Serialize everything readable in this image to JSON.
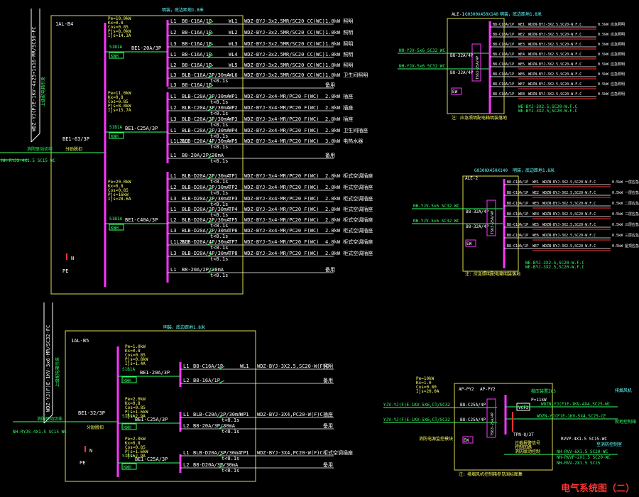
{
  "drawing": {
    "title": "电气系统图（二）"
  },
  "panels": {
    "b4": {
      "name": "1AL-B4",
      "note": "明装，底边距地1.8米",
      "incoming_cable": "WDZ-YJ(F)E-1KV-4x25+1x16-MR/SC50-FC",
      "incoming_note": "上级配电箱引来",
      "feed_cable": "NH-RYJS-4X1.5 SC15 WC",
      "feed_note": "消防联动切非",
      "main_breaker": "BE1-63/3P",
      "main_note": "分励脱扣",
      "kwh": "KWH",
      "legend_n": "N",
      "legend_pe": "PE",
      "groups": [
        {
          "breaker": "BE1-20A/3P",
          "spd": "S1B1A",
          "params": [
            "Pe=10.0kW",
            "Kx=0.8",
            "Cos=0.85",
            "Pjs=8.0kW",
            "Ijs=14.3A"
          ]
        },
        {
          "breaker": "BE1-C25A/3P",
          "spd": "S1B1A",
          "params": [
            "Pe=11.0kW",
            "Kx=0.8",
            "Cos=0.85",
            "Pjs=8.8kW",
            "Ijs=15.7A"
          ]
        },
        {
          "breaker": "BE1-C40A/3P",
          "spd": "S1B1A",
          "params": [
            "Pe=20.0kW",
            "Kx=0.8",
            "Cos=0.85",
            "Pjs=16kW",
            "Ijs=28.6A"
          ]
        }
      ],
      "circuits": [
        {
          "phase": "L1",
          "breaker": "B8-C16A/1P",
          "code": "WL1",
          "cable": "WDZ-BYJ-3x2.5MR/SC20 CC(WC)",
          "load": "1.0kW 照明"
        },
        {
          "phase": "L2",
          "breaker": "B8-C16A/1P",
          "code": "WL2",
          "cable": "WDZ-BYJ-3x2.5MR/SC20 CC(WC)",
          "load": "1.0kW 照明"
        },
        {
          "phase": "L3",
          "breaker": "B8-C16A/1P",
          "code": "WL3",
          "cable": "WDZ-BYJ-3x2.5MR/SC20 CC(WC)",
          "load": "1.0kW 照明"
        },
        {
          "phase": "L1",
          "breaker": "B8-C16A/1P",
          "code": "WL4",
          "cable": "WDZ-BYJ-3x2.5MR/SC20 CC(WC)",
          "load": "1.0kW 照明"
        },
        {
          "phase": "L2",
          "breaker": "B8-C16A/1P",
          "code": "WL5",
          "cable": "WDZ-BYJ-3x2.5MR/SC20 CC(WC)",
          "load": "1.0kW 照明"
        },
        {
          "phase": "L3",
          "breaker": "BLB-C16A/2P/30mA",
          "code": "WL6",
          "cable": "WDZ-BYJ-3x2.5MR/SC20 CC(WC)",
          "load": "1.0kW 卫生间照明",
          "trip": "t<0.1s"
        },
        {
          "phase": "L3",
          "breaker": "B8-C16A/1P",
          "code": "",
          "cable": "",
          "load": "备用"
        },
        {
          "phase": "L1",
          "breaker": "BLB-C20A/3P/30mA",
          "code": "WP1",
          "cable": "WDZ-BYJ-3x4-MR/PC20 F(WC)",
          "load": "2.0kW 插座",
          "trip": "t<0.1s"
        },
        {
          "phase": "L2",
          "breaker": "BLB-C20A/3P/30mA",
          "code": "WP2",
          "cable": "WDZ-BYJ-3x4-MR/PC20 F(WC)",
          "load": "2.0kW 插座",
          "trip": "t<0.1s"
        },
        {
          "phase": "L3",
          "breaker": "BLB-C20A/3P/30mA",
          "code": "WP3",
          "cable": "WDZ-BYJ-3x4-MR/PC20 F(WC)",
          "load": "2.0kW 插座",
          "trip": "t<0.1s"
        },
        {
          "phase": "L1",
          "breaker": "BLB-C20A/2P/30mA",
          "code": "WP4",
          "cable": "WDZ-BYJ-3x4-MR/PC20 F(WC)",
          "load": "2.0kW 卫生间插座",
          "trip": "t<0.1s"
        },
        {
          "phase": "L1L2L3",
          "breaker": "BLB-C20A/4P/30mA",
          "code": "WP5",
          "cable": "WDZ-BYJ-5x4-MR/PC20 F(WC)",
          "load": "3.0kW 电热水器",
          "trip": "t<0.1s"
        },
        {
          "phase": "L1",
          "breaker": "B8-20A/2P/30mA",
          "code": "",
          "cable": "",
          "load": "备用",
          "trip": "t<0.1s"
        },
        {
          "phase": "L1",
          "breaker": "BLB-D20A/2P/30mA",
          "code": "TP1",
          "cable": "WDZ-BYJ-3x4-MR/PC20 F(WC)",
          "load": "2.0kW 柜式空调插座",
          "trip": "t<0.1s"
        },
        {
          "phase": "L2",
          "breaker": "BLB-D20A/2P/30mA",
          "code": "TP2",
          "cable": "WDZ-BYJ-3x4-MR/PC20 F(WC)",
          "load": "2.0kW 柜式空调插座",
          "trip": "t<0.1s"
        },
        {
          "phase": "L3",
          "breaker": "BLB-D20A/2P/30mA",
          "code": "TP3",
          "cable": "WDZ-BYJ-3x4-MR/PC20 F(WC)",
          "load": "2.0kW 柜式空调插座",
          "trip": "t<0.1s"
        },
        {
          "phase": "L1",
          "breaker": "BLB-D20A/2P/30mA",
          "code": "TP4",
          "cable": "WDZ-BYJ-3x4-MR/PC20 F(WC)",
          "load": "2.0kW 柜式空调插座",
          "trip": "t<0.1s"
        },
        {
          "phase": "L2",
          "breaker": "BLB-D20A/2P/30mA",
          "code": "TP5",
          "cable": "WDZ-BYJ-3x4-MR/PC20 F(WC)",
          "load": "2.0kW 柜式空调插座",
          "trip": "t<0.1s"
        },
        {
          "phase": "L3",
          "breaker": "BLB-D20A/2P/30mA",
          "code": "TP6",
          "cable": "WDZ-BYJ-3x4-MR/PC20 F(WC)",
          "load": "2.0kW 柜式空调插座",
          "trip": "t<0.1s"
        },
        {
          "phase": "L1L2L3",
          "breaker": "BLB-D20A/4P/30mA",
          "code": "TP7",
          "cable": "WDZ-BYJ-5x4-MR/PC20 F(WC)",
          "load": "4.0kW 柜式空调插座",
          "trip": "t<0.1s"
        },
        {
          "phase": "L3",
          "breaker": "BLB-D20A/4P/30mA",
          "code": "TP8",
          "cable": "WDZ-BYJ-3x4-MR/PC20 F(WC)",
          "load": "2.0kW 柜式空调插座",
          "trip": "t<0.1s"
        },
        {
          "phase": "L1",
          "breaker": "B8-20A/2P/30mA",
          "code": "",
          "cable": "",
          "load": "备用",
          "trip": "t<0.1s"
        }
      ]
    },
    "b5": {
      "name": "1AL-B5",
      "note": "明装，底边距地1.8米",
      "incoming_cable": "WDZ-YJ(F)E-1KV-5x6-MR/SC32-FC",
      "incoming_note": "上级配电箱引来",
      "feed_cable": "NH-RYJS-4X1.5 SC15 WC",
      "feed_note": "消防联动切非",
      "main_breaker": "BE1-32/3P",
      "main_note": "分励脱扣",
      "kwh": "KWH",
      "legend_n": "N",
      "legend_pe": "PE",
      "groups": [
        {
          "breaker": "BE1-20A/3P",
          "spd": "S1B1A",
          "params": [
            "Pe=1.0kW",
            "Kx=0.8",
            "Cos=0.85",
            "Pjs=0.8kW",
            "Ijs=1.4A"
          ]
        },
        {
          "breaker": "BE1-C25A/3P",
          "spd": "S1B1A",
          "params": [
            "Pe=2.0kW",
            "Kx=0.8",
            "Cos=0.85",
            "Pjs=1.6kW",
            "Ijs=2.9A"
          ]
        },
        {
          "breaker": "BE1-C25A/3P",
          "spd": "S1B1A",
          "params": [
            "Pe=2.0kW",
            "Kx=0.8",
            "Cos=0.85",
            "Pjs=1.6kW",
            "Ijs=2.9A"
          ]
        }
      ],
      "circuits": [
        {
          "phase": "L1",
          "breaker": "B8-C16A/1P",
          "code": "WL1",
          "cable": "WDZ-BYJ-3X2.5,SC20-W(F)C",
          "load": "照明"
        },
        {
          "phase": "L2",
          "breaker": "B8-16A/1P",
          "code": "",
          "cable": "",
          "load": "备用"
        },
        {
          "phase": "L1",
          "breaker": "BLB-C20A/2P/30mA",
          "code": "WP1",
          "cable": "WDZ-BYJ-3X4,PC20-W(F)C",
          "load": "插座",
          "trip": "t<0.1s"
        },
        {
          "phase": "L2",
          "breaker": "B8-20A/3P/30mA",
          "code": "",
          "cable": "",
          "load": "备用",
          "trip": "t<0.1s"
        },
        {
          "phase": "L1",
          "breaker": "BLB-D20A/3P/30mA",
          "code": "TP1",
          "cable": "WDZ-BYJ-3X4,PC20-W(F)C",
          "load": "柜式空调插座",
          "trip": "t<0.1s"
        },
        {
          "phase": "L2",
          "breaker": "B8-D20A/3P/30mA",
          "code": "",
          "cable": "",
          "load": "备用",
          "trip": "t<0.1s"
        }
      ]
    },
    "ale1": {
      "name": "ALE-1",
      "code": "G0300X450X140",
      "note": "明装，底边距地1.8米",
      "feed": [
        "NH-YJV-5x6 SC32 WC",
        "NH-YJV-5x6 SC32 WC"
      ],
      "breaker": [
        "B8-32A/4P",
        "B8-32A/4P"
      ],
      "ats": "TS63-25A/4P",
      "ew": "EW",
      "bottom": [
        "WE-BYJ-3X2.5,SC20-W.F.C",
        "WE-BYJ-3X2.5,SC20-W.F.C"
      ],
      "footnote": "注：应急照明配电箱明装落地",
      "circuits": [
        {
          "breaker": "B8-C10A/1P",
          "code": "WE1",
          "cable": "WDZN-BYJ-3X2.5,SC20-W.F.C",
          "load": "0.5kW 应急照明"
        },
        {
          "breaker": "B8-C10A/1P",
          "code": "WE2",
          "cable": "WDZN-BYJ-3X2.5,SC20-W.F.C",
          "load": "0.5kW 应急照明"
        },
        {
          "breaker": "B8-C10A/1P",
          "code": "WE3",
          "cable": "WDZN-BYJ-3X2.5,SC20-W.F.C",
          "load": "0.5kW 应急照明"
        },
        {
          "breaker": "B8-C10A/1P",
          "code": "WE4",
          "cable": "WDZN-BYJ-3X2.5,SC20-W.F.C",
          "load": "0.5kW 应急照明"
        },
        {
          "breaker": "B8-C10A/1P",
          "code": "WE5",
          "cable": "WDZN-BYJ-3X2.5,SC20-W.F.C",
          "load": "0.5kW 应急照明"
        },
        {
          "breaker": "B8-C10A/1P",
          "code": "WE6",
          "cable": "WDZN-BYJ-3X2.5,SC20-W.F.C",
          "load": "0.5kW 应急照明"
        },
        {
          "breaker": "B8-C10A/1P",
          "code": "WE7",
          "cable": "WDZN-BYJ-3X2.5,SC20-W.F.C",
          "load": "0.5kW 应急照明"
        },
        {
          "breaker": "B8-C10A/1P",
          "code": "WE8",
          "cable": "WDZN-BYJ-3X2.5,SC20-W.F.C",
          "load": "0.5kW 应急照明"
        }
      ]
    },
    "ale2": {
      "name": "ALE-2",
      "code": "G0300X450X140",
      "note": "明装，底边距地1.8米",
      "feed": [
        "NH-YJV-5x6 SC32 WC",
        "NH-YJV-5x6 SC32 WC"
      ],
      "breaker": [
        "B8-32A/4P",
        "B8-32A/4P"
      ],
      "ats": "TS63-25A/4P",
      "ew": "EW",
      "bottom": [
        "WE-BYJ-3X2.5,SC20-W.F.C",
        "WE-BYJ-3X2.5,SC20-W.F.C"
      ],
      "footnote": "注：应急照明配电箱明装落地",
      "circuits": [
        {
          "breaker": "B8-C10A/1P",
          "code": "WE1",
          "cable": "WDZN-BYJ-3X2.5,SC20-W.F.C",
          "load": "0.5kW 一层应急照明"
        },
        {
          "breaker": "B8-C10A/1P",
          "code": "WE2",
          "cable": "WDZN-BYJ-3X2.5,SC20-W.F.C",
          "load": "0.5kW 一层应急照明"
        },
        {
          "breaker": "B8-C10A/1P",
          "code": "WE3",
          "cable": "WDZN-BYJ-3X2.5,SC20-W.F.C",
          "load": "0.5kW 二层应急照明"
        },
        {
          "breaker": "B8-C10A/1P",
          "code": "WE4",
          "cable": "WDZN-BYJ-3X2.5,SC20-W.F.C",
          "load": "0.5kW 二层应急照明"
        },
        {
          "breaker": "B8-C10A/1P",
          "code": "WE5",
          "cable": "WDZN-BYJ-3X2.5,SC20-W.F.C",
          "load": "0.5kW 三层应急照明"
        },
        {
          "breaker": "B8-C10A/1P",
          "code": "WE6",
          "cable": "WDZN-BYJ-3X2.5,SC20-W.F.C",
          "load": "0.5kW 三层应急照明"
        },
        {
          "breaker": "B8-C10A/1P",
          "code": "WE7",
          "cable": "WDZN-BYJ-3X2.5,SC20-W.F.C",
          "load": "0.5kW 屋顶应急照明"
        }
      ]
    },
    "ap": {
      "name": "AP-PY2",
      "name2": "AP-PY2",
      "cap": "稳压装置ZC3",
      "params": [
        "Pe=10kW",
        "Kx=1.0",
        "Cos=0.80",
        "Ijs=20.0A"
      ],
      "feed": [
        "YJV-YJ(F)E-1KV-5X6,CT/SC32",
        "YJV-YJ(F)E-1KV-5X6,CT/SC32"
      ],
      "breaker": [
        "B8-C25A/4P",
        "B8-C25A/4P"
      ],
      "ats": "TS63-25A/4P",
      "ew": "EW",
      "vfd": "VCF2",
      "vfd_breaker": "P=11kW",
      "out": [
        "WDZN-YJ(F)E-1KV-4X4,SC25-WC",
        "WDZN-YJ(F)E-1KV-5X4,SC25-CE"
      ],
      "out_note": [
        "排烟风机",
        "就地控制箱"
      ],
      "tsp": "TPN-Q/3T",
      "mid": [
        "过载报警信号",
        "控制回路",
        "消防联动控制"
      ],
      "ctrl": [
        "RVVP-4X1.5 SC15-WC",
        "NH-RVV-6X1.5 SC20-WC",
        "NH-RVVP-2X1.5 SC20-WC",
        "NH-RVV-2X1.5 SC15"
      ],
      "ctrl_note": "至消防控制室",
      "footnote": "注：排烟风机控制箱参见国标图集",
      "side_note": "消防电源监控模块"
    }
  }
}
